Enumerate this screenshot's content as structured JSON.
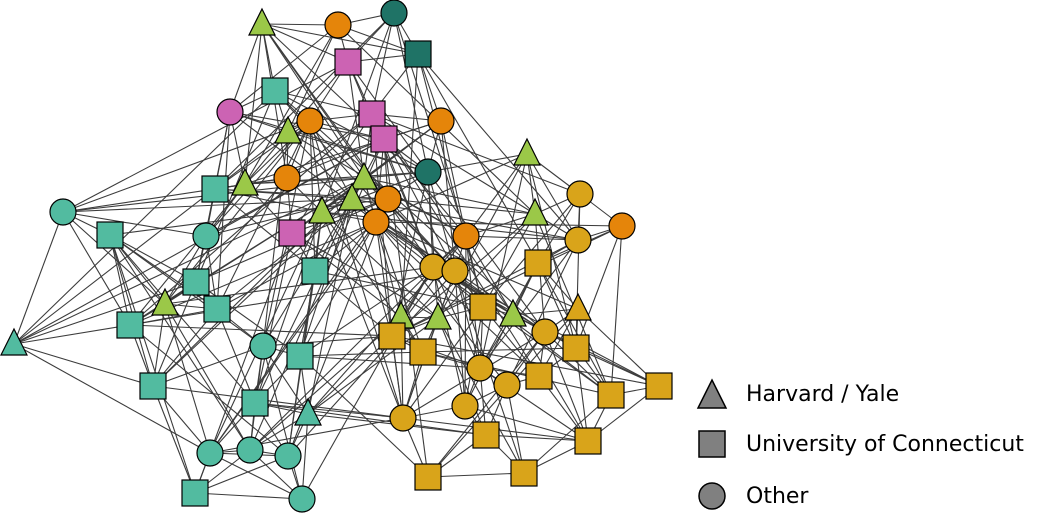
{
  "legend": {
    "items": [
      {
        "shape": "triangle",
        "label": "Harvard / Yale"
      },
      {
        "shape": "square",
        "label": "University of Connecticut"
      },
      {
        "shape": "circle",
        "label": "Other"
      }
    ],
    "symbol_color": "#808080"
  },
  "colors": {
    "teal": "#52BBA0",
    "dark_teal": "#1F7366",
    "lime": "#9BC848",
    "orange": "#E5850A",
    "gold": "#D9A41A",
    "pink": "#CC63B3",
    "edge": "#3c3c3c",
    "outline": "#000000"
  }
}
